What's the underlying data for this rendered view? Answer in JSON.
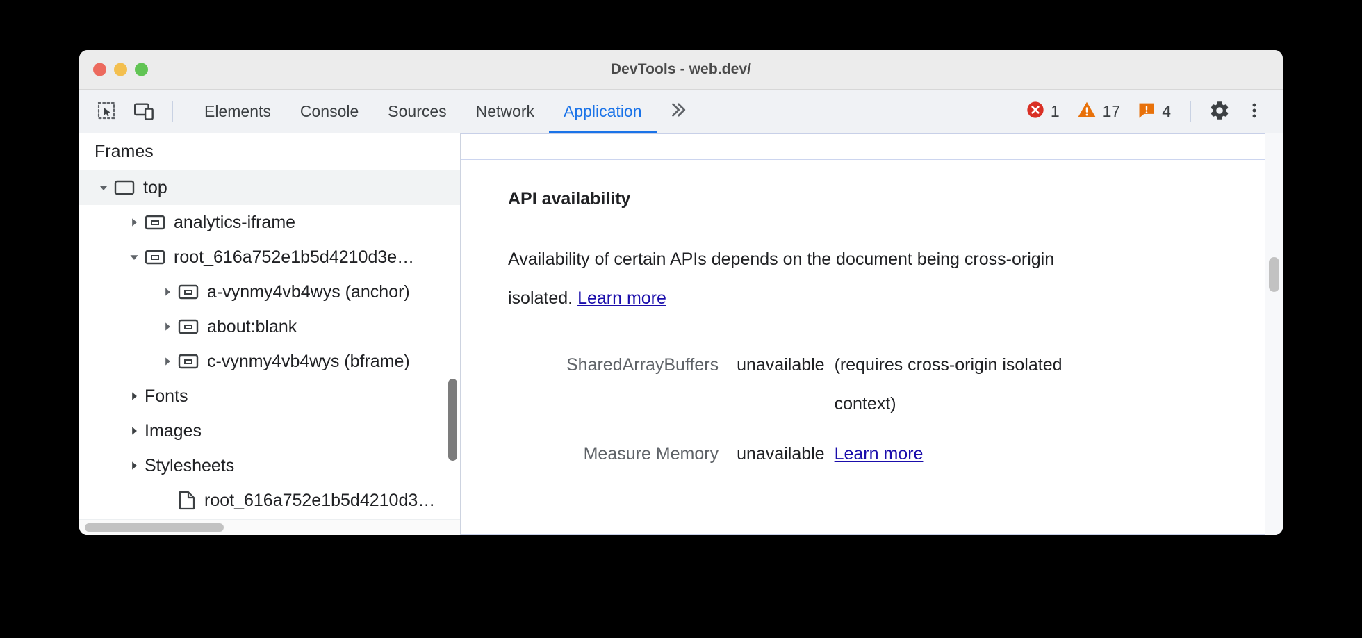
{
  "window": {
    "title": "DevTools - web.dev/",
    "traffic_lights": [
      "close",
      "minimize",
      "maximize"
    ]
  },
  "toolbar": {
    "inspect_icon": "inspect-element-icon",
    "device_icon": "device-toolbar-icon",
    "tabs": [
      {
        "label": "Elements",
        "active": false
      },
      {
        "label": "Console",
        "active": false
      },
      {
        "label": "Sources",
        "active": false
      },
      {
        "label": "Network",
        "active": false
      },
      {
        "label": "Application",
        "active": true
      }
    ],
    "more_tabs_label": "»",
    "counters": [
      {
        "name": "errors",
        "icon": "error-icon",
        "count": "1",
        "color": "#d93025"
      },
      {
        "name": "warnings",
        "icon": "warning-icon",
        "count": "17",
        "color": "#e8710a"
      },
      {
        "name": "issues",
        "icon": "issue-icon",
        "count": "4",
        "color": "#e8710a"
      }
    ],
    "settings_icon": "gear-icon",
    "more_icon": "kebab-menu-icon"
  },
  "sidebar": {
    "header": "Frames",
    "tree": [
      {
        "label": "top",
        "depth": 0,
        "twisty": "open",
        "icon": "frame-icon",
        "selected": true
      },
      {
        "label": "analytics-iframe",
        "depth": 1,
        "twisty": "closed",
        "icon": "iframe-icon",
        "selected": false
      },
      {
        "label": "root_616a752e1b5d4210d3e…",
        "depth": 1,
        "twisty": "open",
        "icon": "iframe-icon",
        "selected": false
      },
      {
        "label": "a-vynmy4vb4wys (anchor)",
        "depth": 2,
        "twisty": "closed",
        "icon": "iframe-icon",
        "selected": false
      },
      {
        "label": "about:blank",
        "depth": 2,
        "twisty": "closed",
        "icon": "iframe-icon",
        "selected": false
      },
      {
        "label": "c-vynmy4vb4wys (bframe)",
        "depth": 2,
        "twisty": "closed",
        "icon": "iframe-icon",
        "selected": false
      },
      {
        "label": "Fonts",
        "depth": 1,
        "twisty": "closed",
        "icon": "none",
        "selected": false
      },
      {
        "label": "Images",
        "depth": 1,
        "twisty": "closed",
        "icon": "none",
        "selected": false
      },
      {
        "label": "Stylesheets",
        "depth": 1,
        "twisty": "closed",
        "icon": "none",
        "selected": false
      },
      {
        "label": "root_616a752e1b5d4210d3…",
        "depth": 2,
        "twisty": "none",
        "icon": "document-icon",
        "selected": false
      }
    ],
    "scrollbars": {
      "vertical": "sidebar-vertical-scrollbar",
      "horizontal": "sidebar-horizontal-scrollbar"
    }
  },
  "main": {
    "section_title": "API availability",
    "description_prefix": "Availability of certain APIs depends on the document being cross-origin isolated. ",
    "description_link": "Learn more",
    "rows": [
      {
        "key": "SharedArrayBuffers",
        "value": "unavailable",
        "note": "(requires cross-origin isolated context)",
        "link": ""
      },
      {
        "key": "Measure Memory",
        "value": "unavailable",
        "note": "",
        "link": "Learn more"
      }
    ],
    "scrollbar": "main-vertical-scrollbar"
  },
  "colors": {
    "accent": "#1a73e8",
    "link": "#1a0dab",
    "error": "#d93025",
    "warning": "#e8710a",
    "selected_row": "#f1f3f4"
  }
}
